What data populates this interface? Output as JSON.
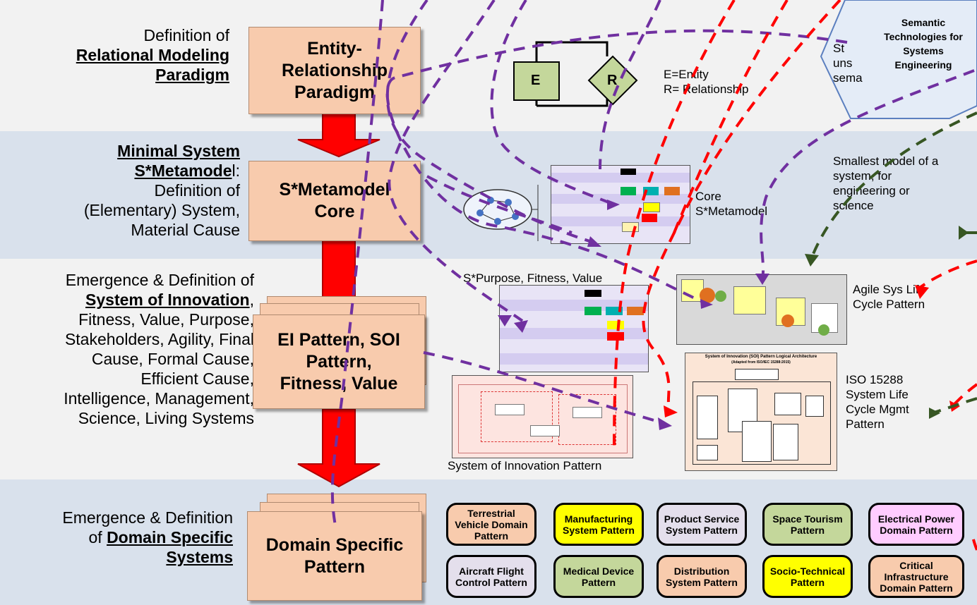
{
  "rows": {
    "relational": {
      "prefix": "Definition of",
      "link": "Relational Modeling Paradigm"
    },
    "metamodel": {
      "link1": "Minimal System",
      "link2": "S*Metamode",
      "rest1": "l:",
      "rest2": "Definition of",
      "rest3": "(Elementary) System,",
      "rest4": "Material Cause"
    },
    "innovation": {
      "line1": "Emergence & Definition of",
      "link": "System of Innovation",
      "after": ",",
      "line3": "Fitness, Value, Purpose,",
      "line4": "Stakeholders, Agility, Final",
      "line5": "Cause, Formal Cause,",
      "line6": "Efficient Cause,",
      "line7": "Intelligence, Management,",
      "line8": "Science, Living Systems"
    },
    "domain": {
      "line1": "Emergence & Definition",
      "line2": "of",
      "link1": "Domain Specific",
      "link2": "Systems"
    }
  },
  "boxes": {
    "er": "Entity-Relationship Paradigm",
    "core": "S*Metamodel Core",
    "ei": "EI Pattern, SOI Pattern, Fitness, Value",
    "domain": "Domain Specific Pattern"
  },
  "er_diagram": {
    "e": "E",
    "r": "R",
    "legend1": "E=Entity",
    "legend2": "R= Relationship"
  },
  "semantic": {
    "title": "Semantic Technologies for Systems Engineering",
    "partial1": "St",
    "partial2": "uns",
    "partial3": "sema"
  },
  "notes": {
    "smallest": "Smallest model of a system, for engineering or science",
    "core": "Core S*Metamodel",
    "purpose": "S*Purpose, Fitness, Value",
    "agile": "Agile Sys Life Cycle Pattern",
    "iso": "ISO 15288 System Life Cycle Mgmt Pattern",
    "soi_caption": "System of Innovation Pattern",
    "iso_thumb_title": "System of Innovation (SOI) Pattern Logical Architecture",
    "iso_thumb_sub": "(Adapted from ISO/IEC 15288:2015)"
  },
  "patterns": [
    {
      "label": "Terrestrial Vehicle Domain Pattern",
      "color": "#f8cbad"
    },
    {
      "label": "Manufacturing System Pattern",
      "color": "#ffff00"
    },
    {
      "label": "Product Service System Pattern",
      "color": "#e4dfec"
    },
    {
      "label": "Space Tourism Pattern",
      "color": "#c4d79b"
    },
    {
      "label": "Electrical Power Domain Pattern",
      "color": "#ffccff"
    },
    {
      "label": "Aircraft Flight Control Pattern",
      "color": "#e4dfec"
    },
    {
      "label": "Medical Device Pattern",
      "color": "#c4d79b"
    },
    {
      "label": "Distribution System Pattern",
      "color": "#f8cbad"
    },
    {
      "label": "Socio-Technical Pattern",
      "color": "#ffff00"
    },
    {
      "label": "Critical Infrastructure Domain Pattern",
      "color": "#f8cbad"
    }
  ],
  "colors": {
    "band1": "#f2f2f2",
    "band2": "#d9e1ec",
    "band3": "#f2f2f2",
    "band4": "#d9e1ec",
    "box": "#f8cbad",
    "arrow": "#ff0000",
    "purple": "#7030a0",
    "green": "#375623",
    "red_dash": "#ff0000"
  }
}
